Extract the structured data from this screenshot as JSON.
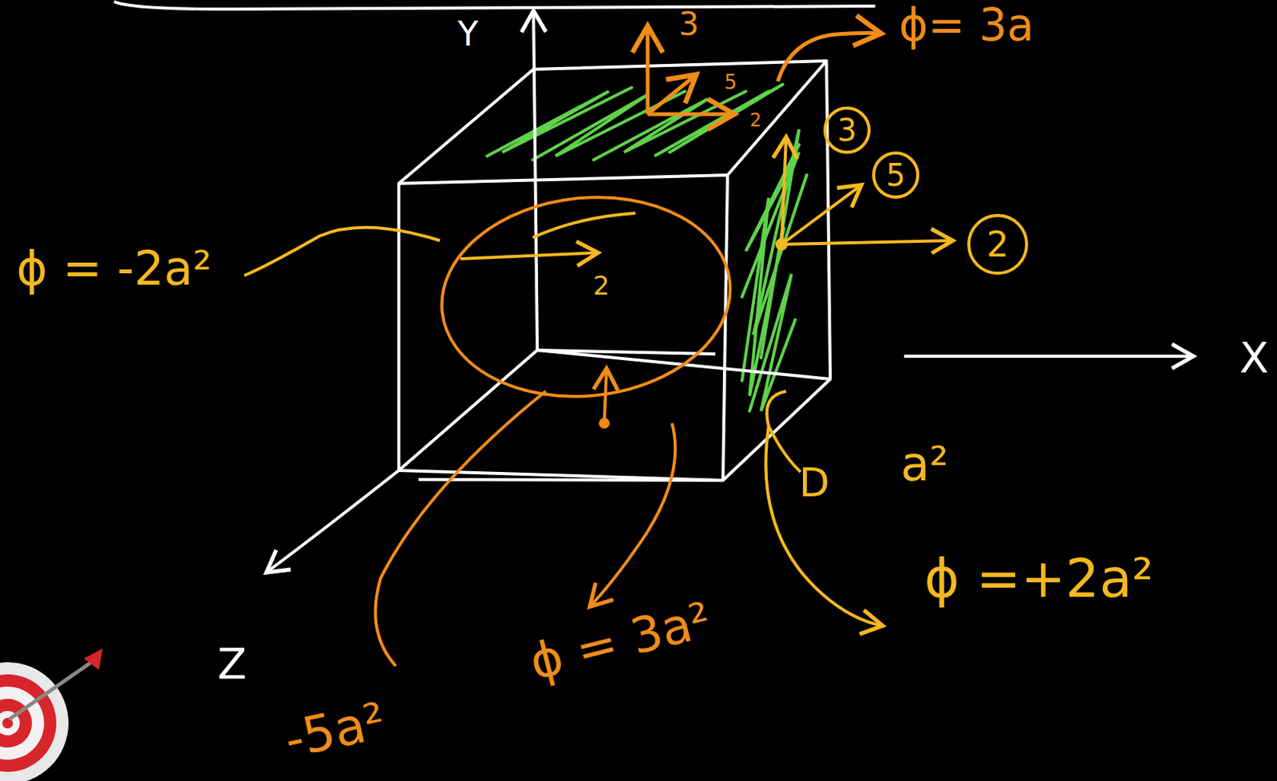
{
  "diagram": {
    "nodes": [
      {
        "text": [
          "3"
        ]
      },
      {
        "text": [
          "5"
        ]
      },
      {
        "text": [
          "2"
        ]
      }
    ],
    "labels": [
      "Y",
      "X",
      "Z",
      "3",
      "5",
      "2",
      "ϕ= 3a",
      "ϕ = -2a²",
      "2",
      "D",
      "a²",
      "ϕ =+2a²",
      "-5a²",
      "ϕ = 3a²"
    ]
  }
}
